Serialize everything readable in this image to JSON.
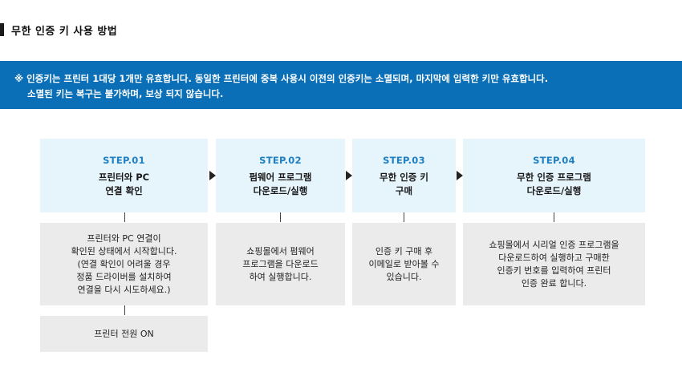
{
  "page_title": "무한 인증 키 사용 방법",
  "notice": {
    "line1": "※ 인증키는 프린터 1대당 1개만 유효합니다. 동일한 프린터에 중복 사용시 이전의 인증키는 소멸되며, 마지막에 입력한 키만 유효합니다.",
    "line2": "소멸된 키는 복구는 불가하며, 보상 되지 않습니다."
  },
  "steps": [
    {
      "num": "STEP.01",
      "title1": "프린터와 PC",
      "title2": "연결 확인",
      "desc": [
        "프린터와 PC 연결이",
        "확인된 상태에서 시작합니다.",
        "(연결 확인이 어려울 경우",
        "정품 드라이버를 설치하여",
        "연결을 다시 시도하세요.)"
      ]
    },
    {
      "num": "STEP.02",
      "title1": "펌웨어 프로그램",
      "title2": "다운로드/실행",
      "desc": [
        "쇼핑몰에서 펌웨어",
        "프로그램을 다운로드",
        "하여 실행합니다."
      ]
    },
    {
      "num": "STEP.03",
      "title1": "무한 인증 키",
      "title2": "구매",
      "desc": [
        "인증 키 구매 후",
        "이메일로 받아볼 수",
        "있습니다."
      ]
    },
    {
      "num": "STEP.04",
      "title1": "무한 인증 프로그램",
      "title2": "다운로드/실행",
      "desc": [
        "쇼핑몰에서 시리얼 인증 프로그램을",
        "다운로드하여 실행하고 구매한",
        "인증키 번호를 입력하여 프린터",
        "인증 완료 합니다."
      ]
    }
  ],
  "extra_step": "프린터 전원 ON"
}
